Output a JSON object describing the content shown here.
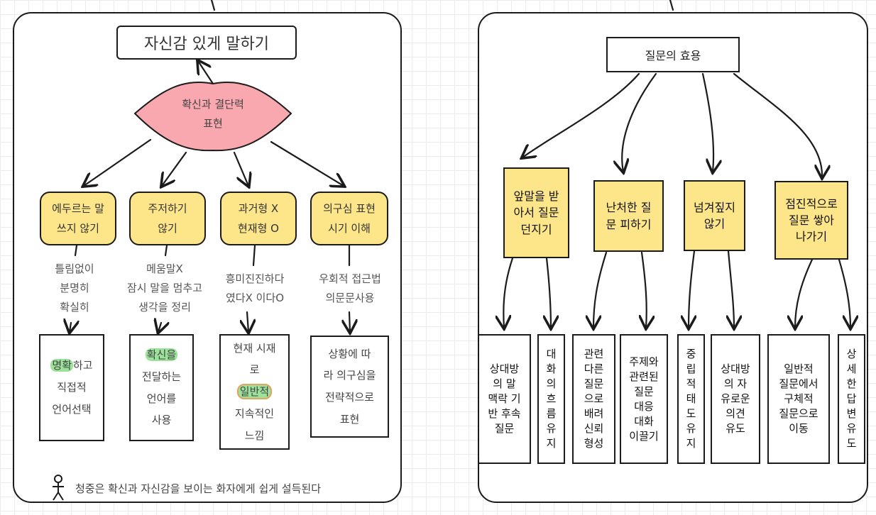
{
  "left": {
    "title": "자신감 있게 말하기",
    "center": "확신과 결단력\n표현",
    "categories": [
      {
        "label": "에두르는 말\n쓰지 않기",
        "note": "틀림없이\n분명히\n확실히",
        "box_pre": "",
        "box_hl": "명확",
        "box_post": "하고\n직접적\n언어선택"
      },
      {
        "label": "주저하기\n않기",
        "note": "메움말X\n잠시 말을 멈추고\n생각을 정리",
        "box_pre": "",
        "box_hl": "확신을",
        "box_post": "\n전달하는\n언어를\n사용"
      },
      {
        "label": "과거형 X\n현재형 O",
        "note": "흥미진진하다\n였다X 이다O",
        "box_pre": "현재 시재\n로\n",
        "box_hl": "일반적",
        "box_post": "\n지속적인\n느낌"
      },
      {
        "label": "의구심 표현\n시기 이해",
        "note": "우회적 접근법\n의문문사용",
        "box_pre": "",
        "box_hl": "",
        "box_post": "상황에 따\n라 의구심을\n전략적으로\n표현"
      }
    ],
    "footer": "청중은 확신과 자신감을 보이는 화자에게 쉽게 설득된다",
    "footer_icon": "person-stick-figure-icon"
  },
  "right": {
    "title": "질문의 효용",
    "branches": [
      {
        "label": "앞말을 받\n아서 질문\n던지기",
        "leaves": [
          "상대방\n의 말\n맥락 기\n반 후속\n질문",
          "대\n화\n의\n흐\n름\n유\n지"
        ]
      },
      {
        "label": "난처한 질\n문 피하기",
        "leaves": [
          "관련\n다른\n질문\n으로\n배려\n신뢰\n형성",
          "주제와\n관련된\n질문\n대응\n대화\n이끌기"
        ]
      },
      {
        "label": "넘겨짚지\n않기",
        "leaves": [
          "중\n립\n적\n태\n도\n유\n지",
          "상대방\n의 자\n유로운\n의견\n유도"
        ]
      },
      {
        "label": "점진적으로\n질문 쌓아\n나가기",
        "leaves": [
          "일반적\n질문에서\n구체적\n질문으로\n이동",
          "상\n세\n한\n답\n변\n유\n도"
        ]
      }
    ]
  },
  "colors": {
    "yellow": "#fde68a",
    "pink": "#f9a8b0",
    "highlight": "#9be39b",
    "stroke": "#1b1b1b"
  }
}
